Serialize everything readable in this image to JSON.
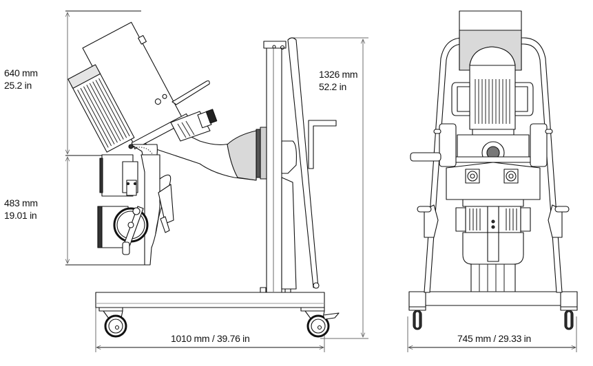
{
  "figure": {
    "title": "Machine dimensions drawing",
    "views": [
      {
        "name": "side-view",
        "description": "Bevelling machine on lift trolley, side elevation"
      },
      {
        "name": "front-view",
        "description": "Bevelling machine on lift trolley, front elevation"
      }
    ]
  },
  "dimensions": {
    "head_height": {
      "metric": "640 mm",
      "imperial": "25.2 in"
    },
    "lower_height": {
      "metric": "483 mm",
      "imperial": "19.01 in"
    },
    "total_height": {
      "metric": "1326 mm",
      "imperial": "52.2 in"
    },
    "length": {
      "label": "1010 mm / 39.76 in"
    },
    "width": {
      "label": "745 mm / 29.33 in"
    }
  },
  "colors": {
    "line": "#111111",
    "dim_line": "#6b6b6b",
    "shade": "#d9d9d9",
    "shade_dark": "#bdbdbd",
    "background": "#ffffff"
  }
}
